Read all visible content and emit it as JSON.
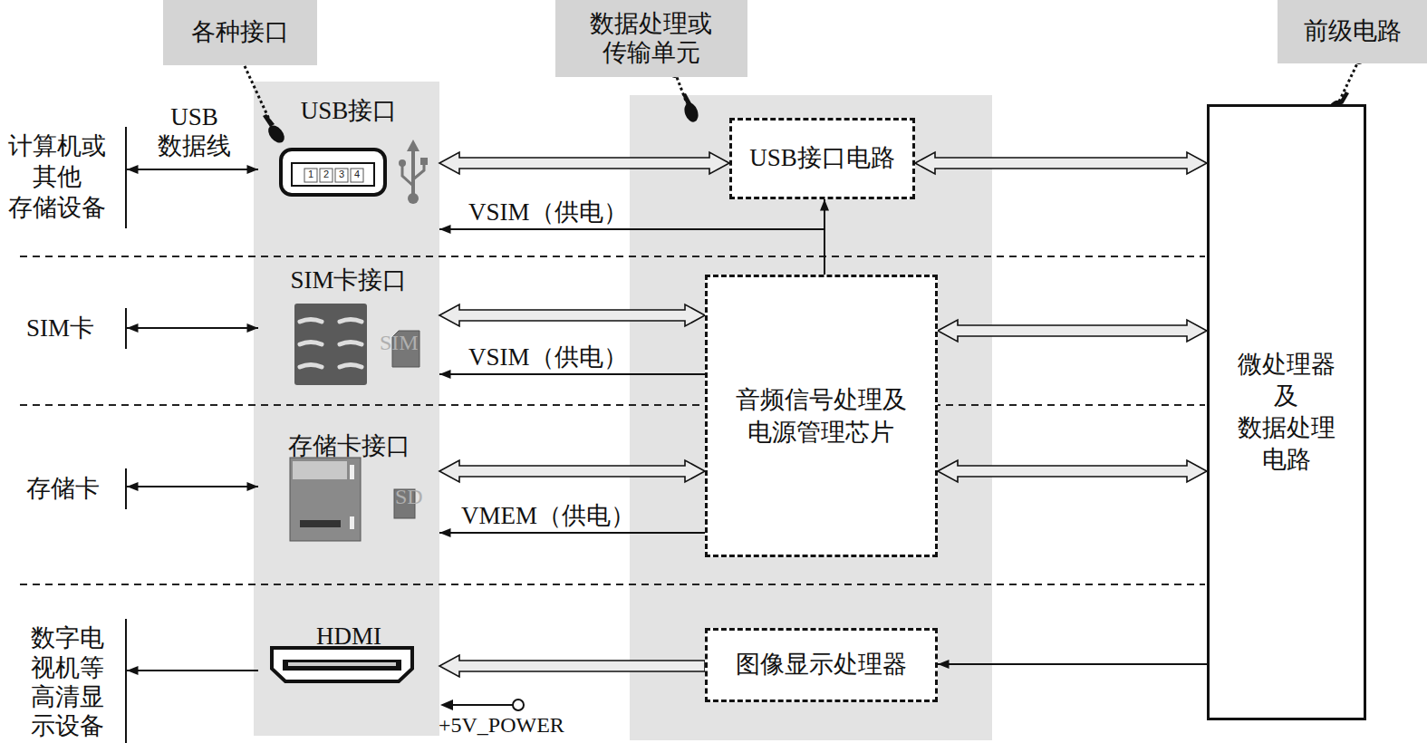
{
  "diagram": {
    "nodes": [
      {
        "text": [
          "各种接口"
        ]
      },
      {
        "text": [
          "数据处理或 传输单元"
        ]
      },
      {
        "text": [
          "前级电路"
        ]
      },
      {
        "text": [
          "计算机或 其他 存储设备"
        ]
      },
      {
        "text": [
          "USB接口"
        ]
      },
      {
        "text": [
          "USB接口电路"
        ]
      },
      {
        "text": [
          "微处理器 及 数据处理 电路"
        ]
      },
      {
        "text": [
          "SIM卡"
        ]
      },
      {
        "text": [
          "SIM卡接口"
        ]
      },
      {
        "text": [
          "音频信号处理及 电源管理芯片"
        ]
      },
      {
        "text": [
          "存储卡"
        ]
      },
      {
        "text": [
          "存储卡接口"
        ]
      },
      {
        "text": [
          "数字电 视机等 高清显 示设备"
        ]
      },
      {
        "text": [
          "HDMI"
        ]
      },
      {
        "text": [
          "图像显示处理器"
        ]
      }
    ],
    "edges": [
      {
        "from": 3,
        "to": 4,
        "arrow": "both",
        "label": "USB 数据线"
      },
      {
        "from": 4,
        "to": 5,
        "arrow": "both"
      },
      {
        "from": 5,
        "to": 6,
        "arrow": "both"
      },
      {
        "from": 9,
        "to": 5,
        "arrow": "to"
      },
      {
        "from": 9,
        "to": 4,
        "arrow": "to",
        "label": "VSIM（供电）"
      },
      {
        "from": 7,
        "to": 8,
        "arrow": "both"
      },
      {
        "from": 8,
        "to": 9,
        "arrow": "both"
      },
      {
        "from": 9,
        "to": 8,
        "arrow": "to",
        "label": "VSIM（供电）"
      },
      {
        "from": 9,
        "to": 6,
        "arrow": "both"
      },
      {
        "from": 10,
        "to": 11,
        "arrow": "both"
      },
      {
        "from": 11,
        "to": 9,
        "arrow": "both"
      },
      {
        "from": 9,
        "to": 11,
        "arrow": "to",
        "label": "VMEM（供电）"
      },
      {
        "from": 9,
        "to": 6,
        "arrow": "both"
      },
      {
        "from": 6,
        "to": 14,
        "arrow": "to"
      },
      {
        "from": 14,
        "to": 13,
        "arrow": "to"
      },
      {
        "from": 13,
        "to": 12,
        "arrow": "to"
      }
    ],
    "labels": [
      "1",
      "2",
      "3",
      "4",
      "SIM",
      "SD",
      "+5V_POWER"
    ]
  }
}
